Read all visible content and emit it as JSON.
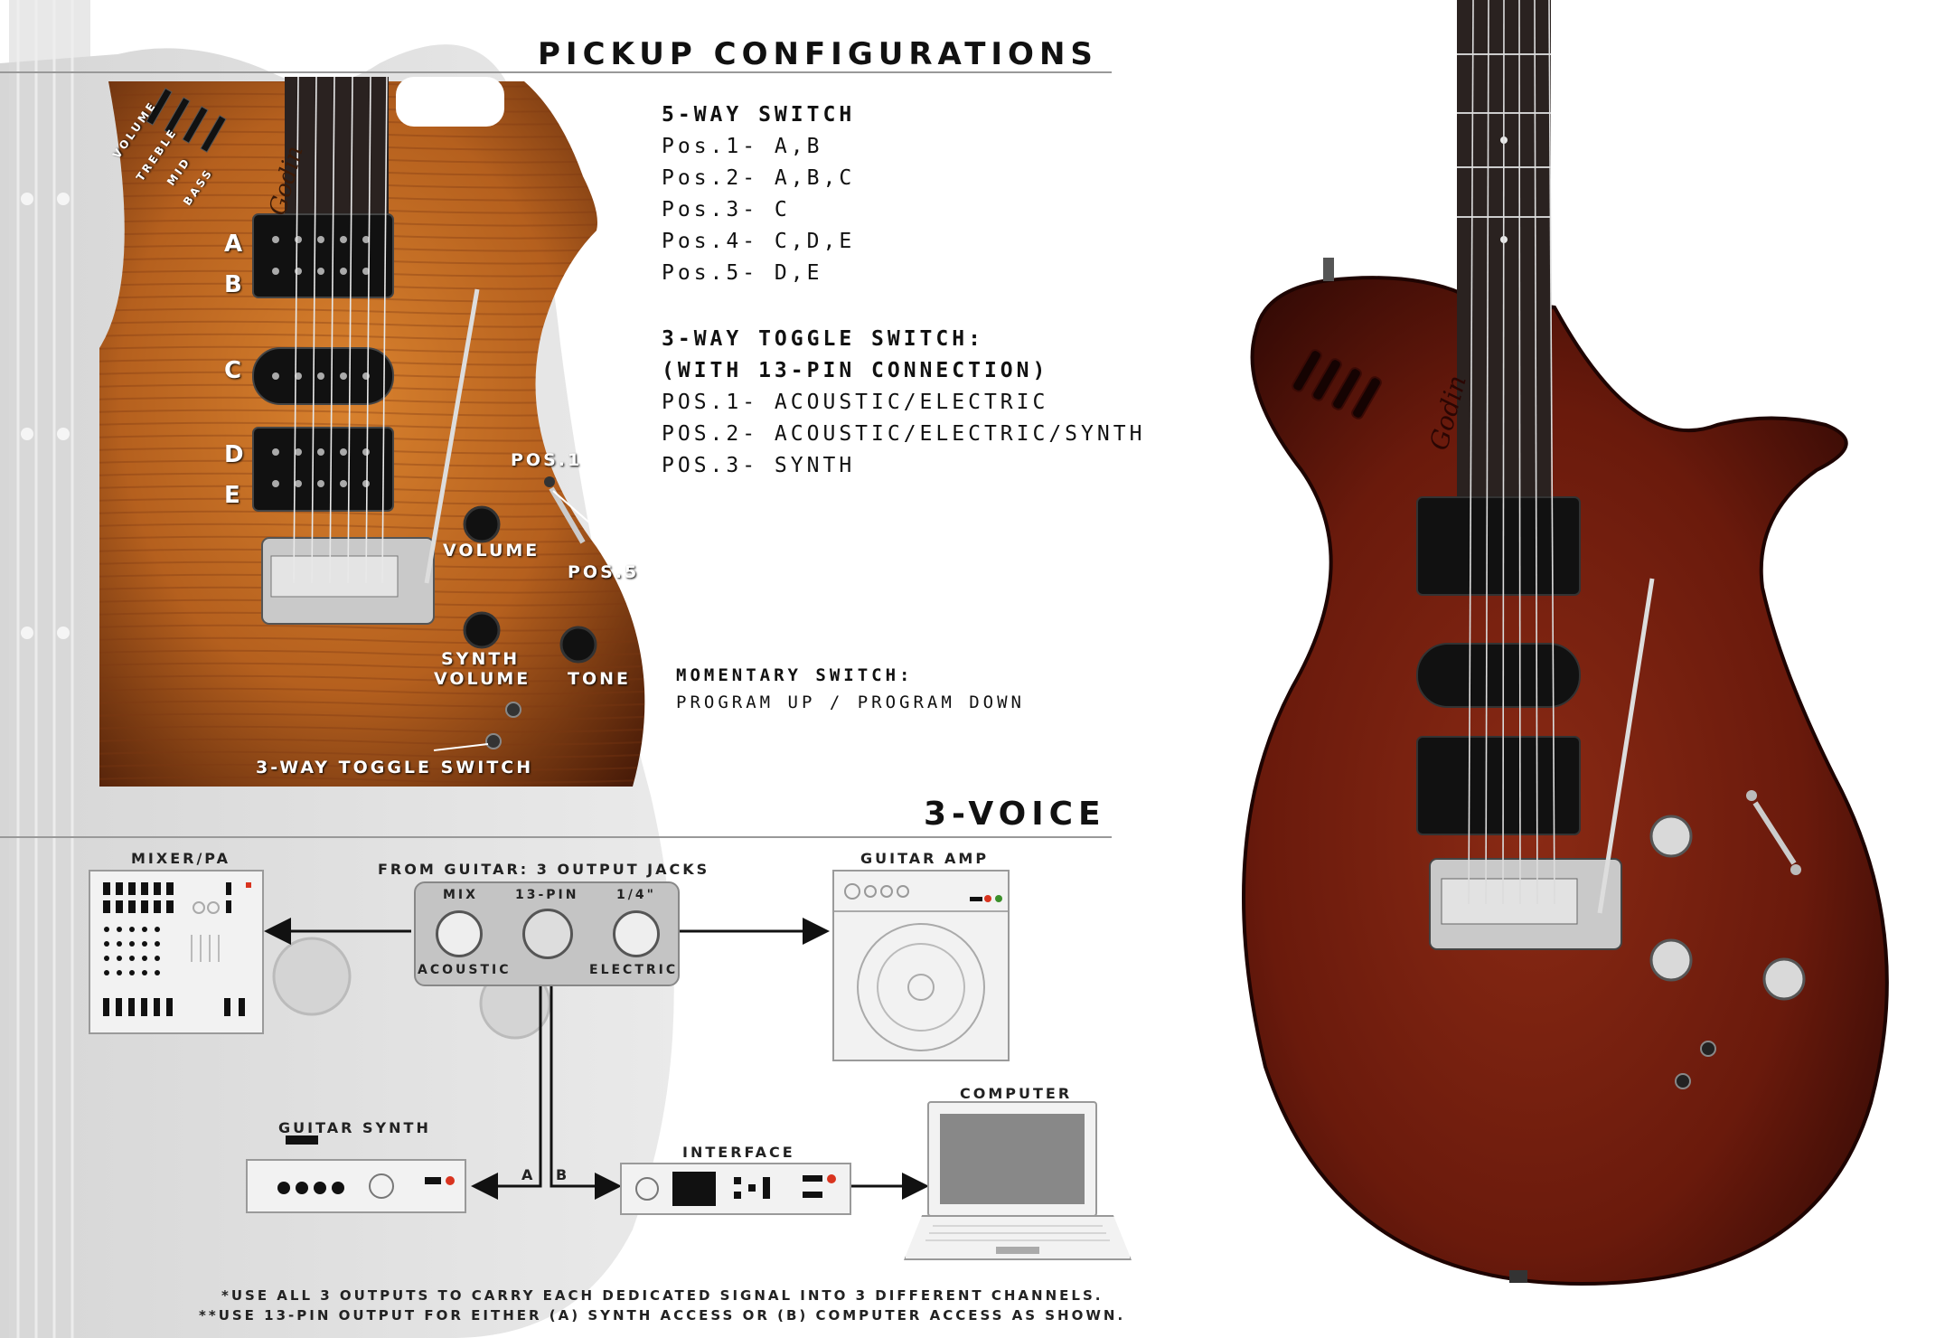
{
  "pickup_section": {
    "title": "PICKUP CONFIGURATIONS",
    "five_way": {
      "heading": "5-WAY SWITCH",
      "positions": [
        "Pos.1- A,B",
        "Pos.2- A,B,C",
        "Pos.3- C",
        "Pos.4- C,D,E",
        "Pos.5- D,E"
      ]
    },
    "three_way": {
      "heading": "3-WAY TOGGLE SWITCH:",
      "subheading": "(WITH 13-PIN CONNECTION)",
      "positions": [
        "POS.1- ACOUSTIC/ELECTRIC",
        "POS.2- ACOUSTIC/ELECTRIC/SYNTH",
        "POS.3- SYNTH"
      ]
    },
    "momentary": {
      "heading": "MOMENTARY SWITCH:",
      "detail": "PROGRAM UP / PROGRAM DOWN"
    }
  },
  "closeup_labels": {
    "pickups": [
      "A",
      "B",
      "C",
      "D",
      "E"
    ],
    "pos1": "POS.1",
    "pos5": "POS.5",
    "volume": "VOLUME",
    "synth_volume_1": "SYNTH",
    "synth_volume_2": "VOLUME",
    "tone": "TONE",
    "three_way_toggle": "3-WAY TOGGLE SWITCH",
    "sliders": [
      "VOLUME",
      "TREBLE",
      "MID",
      "BASS"
    ],
    "logo": "Godin"
  },
  "voice_section": {
    "title": "3-VOICE",
    "mixer": "MIXER/PA",
    "from_guitar": "FROM GUITAR: 3 OUTPUT JACKS",
    "jacks": [
      "MIX",
      "13-PIN",
      "1/4\""
    ],
    "acoustic": "ACOUSTIC",
    "electric": "ELECTRIC",
    "guitar_amp": "GUITAR AMP",
    "guitar_synth": "GUITAR SYNTH",
    "interface": "INTERFACE",
    "computer": "COMPUTER",
    "route_a": "A",
    "route_b": "B"
  },
  "footnotes": [
    "*USE ALL 3 OUTPUTS TO CARRY EACH DEDICATED SIGNAL INTO 3 DIFFERENT CHANNELS.",
    "**USE 13-PIN OUTPUT FOR EITHER (A) SYNTH ACCESS OR (B) COMPUTER ACCESS AS SHOWN."
  ],
  "colors": {
    "closeup_body": "#b5601e",
    "full_body": "#6a1a0c",
    "fretboard": "#2a2220",
    "gear_fill": "#f2f2f2"
  }
}
